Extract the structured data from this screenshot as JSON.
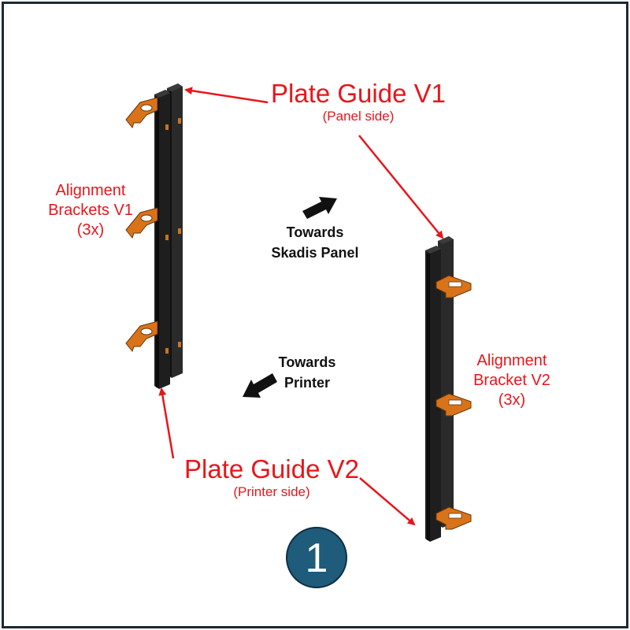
{
  "diagram": {
    "labels": {
      "plate_guide_v1": {
        "title": "Plate Guide V1",
        "subtitle": "(Panel side)"
      },
      "plate_guide_v2": {
        "title": "Plate Guide V2",
        "subtitle": "(Printer side)"
      },
      "alignment_brackets_v1": {
        "line1": "Alignment",
        "line2": "Brackets V1",
        "line3": "(3x)"
      },
      "alignment_bracket_v2": {
        "line1": "Alignment",
        "line2": "Bracket V2",
        "line3": "(3x)"
      },
      "towards_panel": {
        "line1": "Towards",
        "line2": "Skadis Panel"
      },
      "towards_printer": {
        "line1": "Towards",
        "line2": "Printer"
      }
    },
    "step_number": "1",
    "colors": {
      "label_red": "#e8161b",
      "rail_black": "#1c1c1c",
      "bracket_orange": "#d9731a",
      "badge_blue": "#1f5b7a",
      "frame": "#1b2a36"
    }
  }
}
